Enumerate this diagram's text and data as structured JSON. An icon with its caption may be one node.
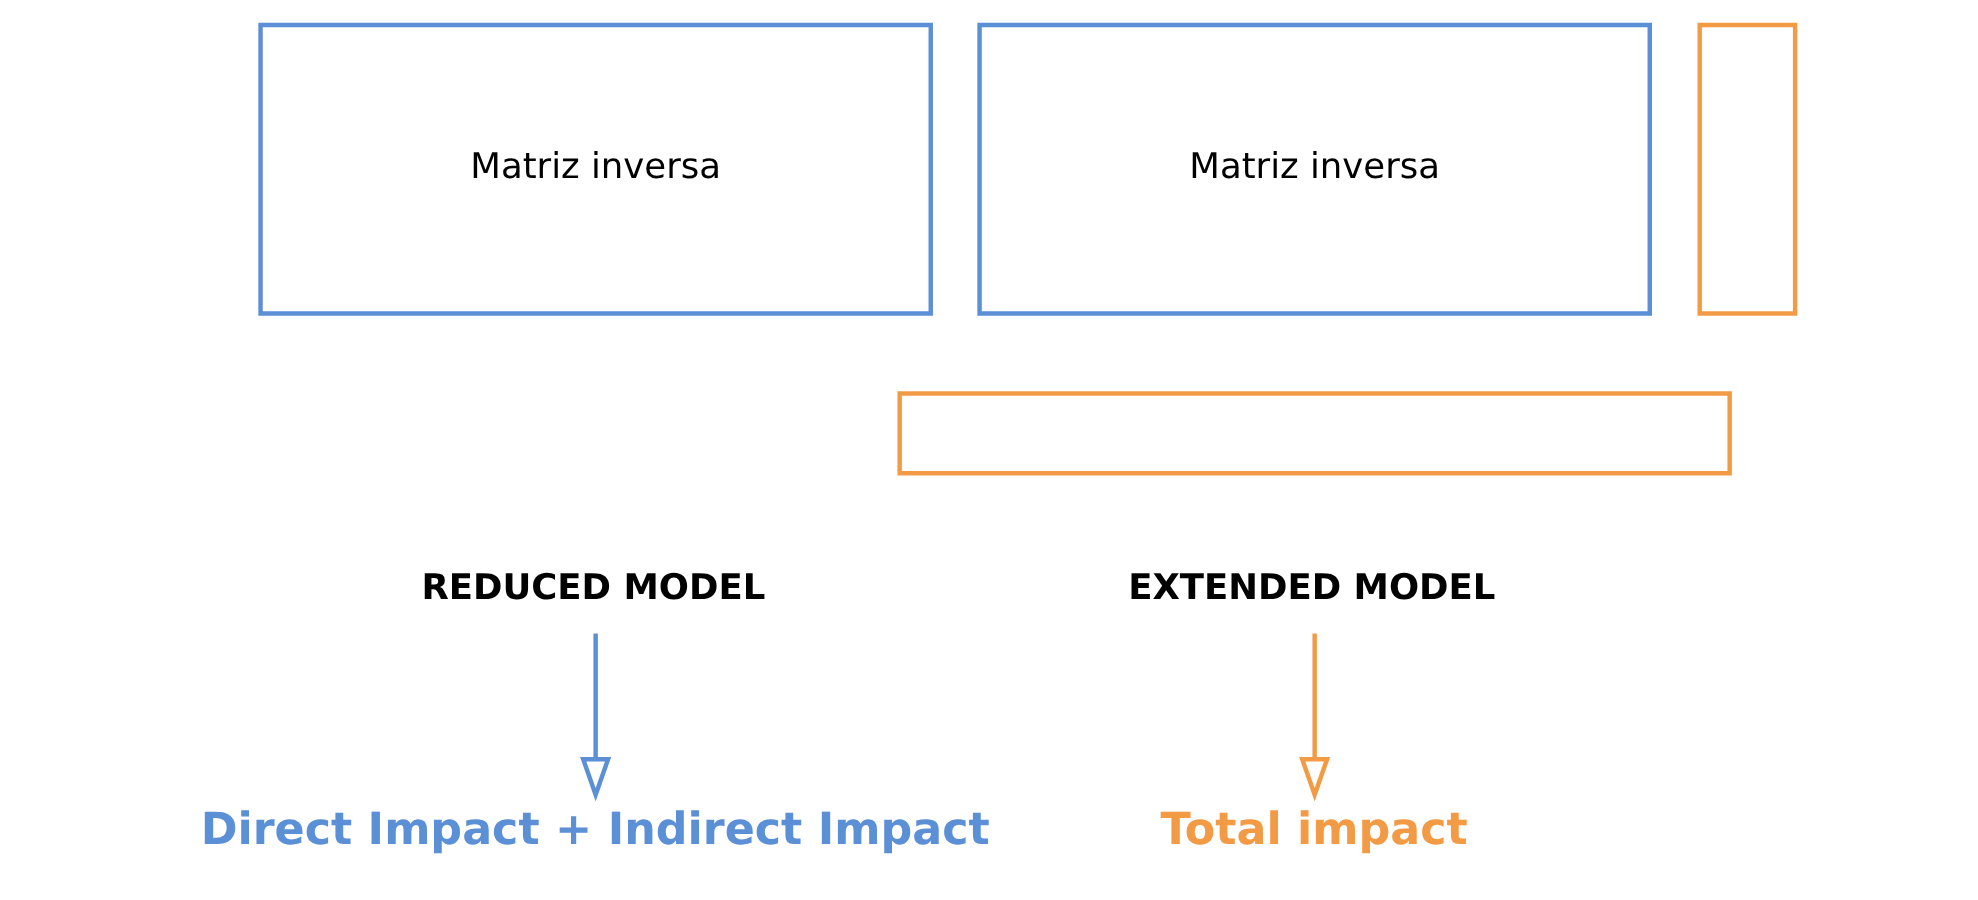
{
  "diagram": {
    "nodes": [
      {
        "text": [
          "Matriz inversa"
        ]
      },
      {
        "text": [
          "REDUCED MODEL"
        ]
      },
      {
        "text": [
          "Direct Impact + Indirect Impact"
        ]
      },
      {
        "text": [
          "Matriz inversa"
        ]
      },
      {
        "text": [],
        "shape": "box"
      },
      {
        "text": [],
        "shape": "bar"
      },
      {
        "text": [
          "EXTENDED MODEL"
        ]
      },
      {
        "text": [
          "Total impact"
        ]
      }
    ],
    "edges": [
      {
        "from": 1,
        "to": 2,
        "arrow": "to",
        "color": "#5b8fd6"
      },
      {
        "from": 6,
        "to": 7,
        "arrow": "to",
        "color": "#f39a45"
      }
    ]
  }
}
